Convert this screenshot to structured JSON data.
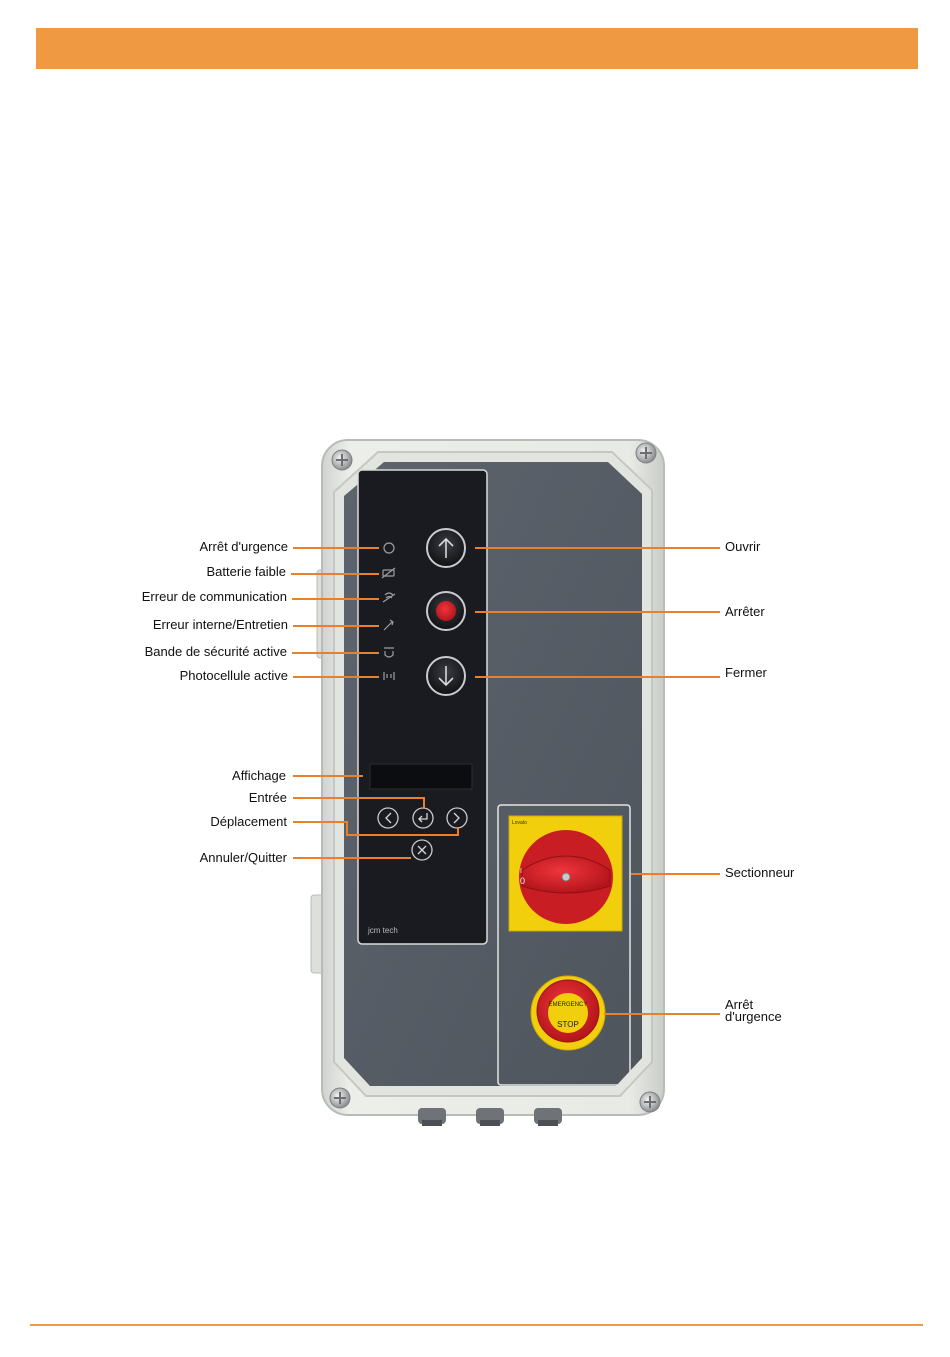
{
  "colors": {
    "banner": "#ef9a43",
    "leader_line": "#e9812c",
    "enclosure": "#e6e8e3",
    "panel_grey": "#5a6069",
    "touch_panel": "#1a1b20",
    "switch_red": "#d8222a",
    "switch_yellow": "#f1cf0c"
  },
  "callouts": {
    "left": {
      "emergency_stop_indicator": "Arrêt d'urgence",
      "low_battery": "Batterie faible",
      "communication_error": "Erreur de communication",
      "internal_error": "Erreur interne/Entretien",
      "safety_edge_active": "Bande de sécurité active",
      "photocell_active": "Photocellule active",
      "display": "Affichage",
      "enter": "Entrée",
      "navigation": "Déplacement",
      "cancel_quit": "Annuler/Quitter"
    },
    "right": {
      "open": "Ouvrir",
      "stop": "Arrêter",
      "close": "Fermer",
      "disconnector": "Sectionneur",
      "emergency_stop_line1": "Arrêt",
      "emergency_stop_line2": "d'urgence"
    }
  },
  "device": {
    "brand": "jcm tech",
    "switch_brand": "Lovato",
    "estop_text_top": "EMERGENCY",
    "estop_text_bottom": "STOP",
    "switch_pos_off": "0",
    "switch_pos_on": "I"
  },
  "icons": {
    "open_button": "arrow-up-icon",
    "stop_button": "stop-circle-icon",
    "close_button": "arrow-down-icon",
    "nav_left": "chevron-left-icon",
    "nav_right": "chevron-right-icon",
    "enter": "return-icon",
    "cancel": "close-icon"
  }
}
